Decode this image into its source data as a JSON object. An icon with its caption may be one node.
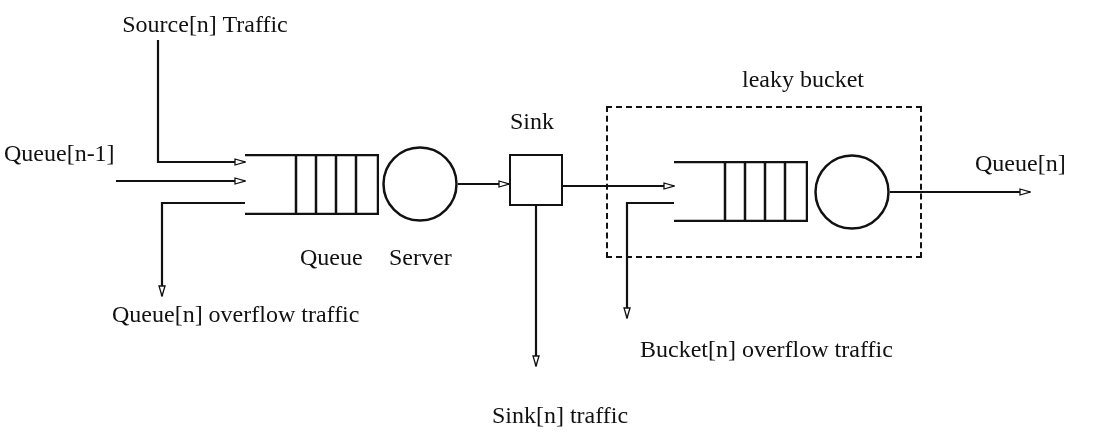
{
  "diagram": {
    "nodes": [
      {
        "text": [
          "Source[n] Traffic"
        ]
      },
      {
        "text": [
          "Queue[n-1]"
        ]
      },
      {
        "text": [
          "Queue"
        ]
      },
      {
        "text": [
          "Server"
        ]
      },
      {
        "text": [
          "Sink"
        ]
      },
      {
        "text": [
          "leaky bucket"
        ]
      },
      {
        "text": [],
        "shape": "box",
        "in": 5
      },
      {
        "text": [],
        "shape": "circle",
        "in": 5
      },
      {
        "text": [
          "Queue[n]"
        ]
      },
      {
        "text": [
          "Queue[n] overflow traffic"
        ]
      },
      {
        "text": [
          "Bucket[n] overflow traffic"
        ]
      },
      {
        "text": [
          "Sink[n] traffic"
        ]
      }
    ],
    "edges": [
      {
        "from": 0,
        "to": 2,
        "arrow": "to"
      },
      {
        "from": 1,
        "to": 2,
        "arrow": "to"
      },
      {
        "from": 2,
        "to": 9,
        "arrow": "to"
      },
      {
        "from": 3,
        "to": 4,
        "arrow": "to"
      },
      {
        "from": 4,
        "to": 6,
        "arrow": "to"
      },
      {
        "from": 6,
        "to": 10,
        "arrow": "to"
      },
      {
        "from": 4,
        "to": 11,
        "arrow": "to"
      },
      {
        "from": 7,
        "to": 8,
        "arrow": "to"
      }
    ]
  }
}
